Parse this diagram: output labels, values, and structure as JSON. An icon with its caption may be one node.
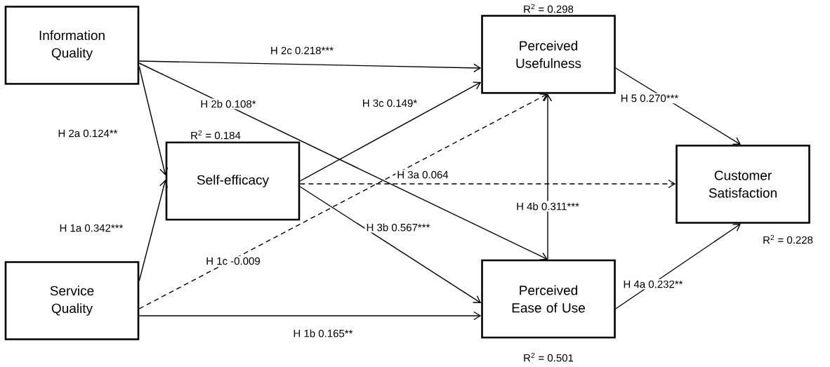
{
  "diagram": {
    "nodes": [
      {
        "text": [
          "Information Quality"
        ]
      },
      {
        "text": [
          "Self-efficacy"
        ],
        "beside": [
          "R$^{2}$ = 0.184"
        ]
      },
      {
        "text": [
          "Service Quality"
        ]
      },
      {
        "text": [
          "Perceived Usefulness"
        ],
        "beside": [
          "R$^{2}$ = 0.298"
        ]
      },
      {
        "text": [
          "Perceived Ease of Use"
        ],
        "beside": [
          "R$^{2}$ = 0.501"
        ]
      },
      {
        "text": [
          "Customer Satisfaction"
        ],
        "beside": [
          "R$^{2}$ = 0.228"
        ]
      }
    ],
    "edges": [
      {
        "from": 0,
        "to": 3,
        "arrow": "to",
        "label": "H 2c 0.218***"
      },
      {
        "from": 0,
        "to": 4,
        "arrow": "to",
        "label": "H 2b 0.108*"
      },
      {
        "from": 0,
        "to": 1,
        "arrow": "to",
        "label": "H 2a 0.124**"
      },
      {
        "from": 2,
        "to": 1,
        "arrow": "to",
        "label": "H 1a 0.342***"
      },
      {
        "from": 2,
        "to": 3,
        "arrow": "to",
        "label": "H 1c -0.009",
        "style": "dashed"
      },
      {
        "from": 2,
        "to": 4,
        "arrow": "to",
        "label": "H 1b 0.165**"
      },
      {
        "from": 1,
        "to": 3,
        "arrow": "to",
        "label": "H 3c 0.149*"
      },
      {
        "from": 1,
        "to": 5,
        "arrow": "to",
        "label": "H 3a 0.064",
        "style": "dashed"
      },
      {
        "from": 1,
        "to": 4,
        "arrow": "to",
        "label": "H 3b 0.567***"
      },
      {
        "from": 4,
        "to": 3,
        "arrow": "to",
        "label": "H 4b 0.311***"
      },
      {
        "from": 3,
        "to": 5,
        "arrow": "to",
        "label": "H 5 0.270***"
      },
      {
        "from": 4,
        "to": 5,
        "arrow": "to",
        "label": "H 4a 0.232**"
      }
    ]
  }
}
